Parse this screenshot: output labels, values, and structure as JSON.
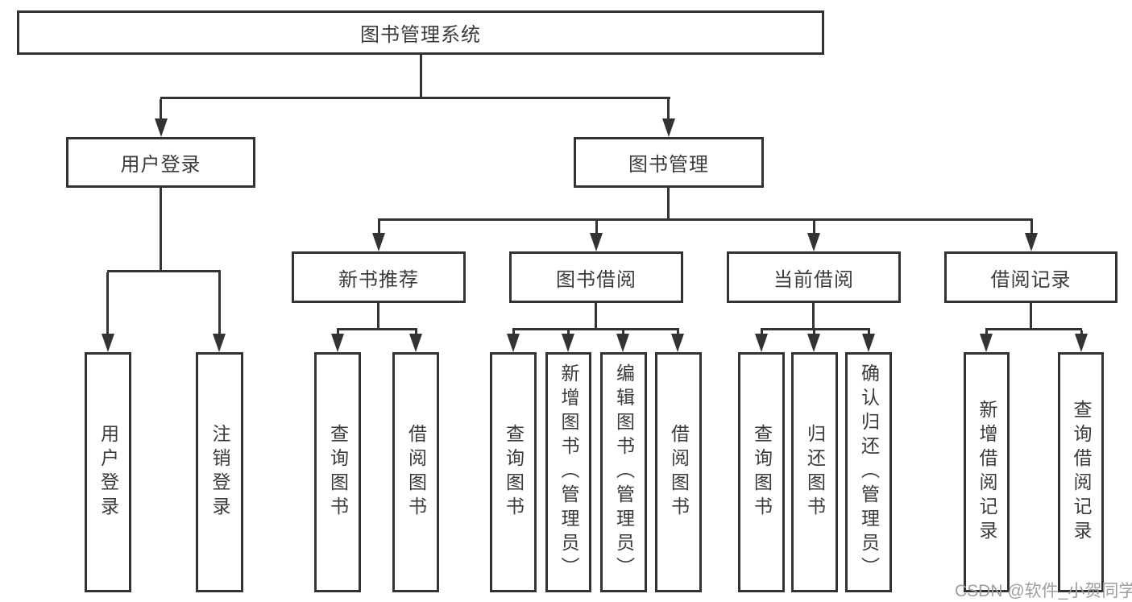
{
  "diagram": {
    "title": "图书管理系统",
    "root": {
      "label": "图书管理系统"
    },
    "level2": [
      {
        "label": "用户登录"
      },
      {
        "label": "图书管理"
      }
    ],
    "level3": [
      {
        "label": "新书推荐"
      },
      {
        "label": "图书借阅"
      },
      {
        "label": "当前借阅"
      },
      {
        "label": "借阅记录"
      }
    ],
    "leaves": {
      "user_login": [
        {
          "label": "用户登录"
        },
        {
          "label": "注销登录"
        }
      ],
      "new_book": [
        {
          "label": "查询图书"
        },
        {
          "label": "借阅图书"
        }
      ],
      "book_borrow": [
        {
          "label": "查询图书"
        },
        {
          "label": "新增图书（管理员）"
        },
        {
          "label": "编辑图书（管理员）"
        },
        {
          "label": "借阅图书"
        }
      ],
      "current_borrow": [
        {
          "label": "查询图书"
        },
        {
          "label": "归还图书"
        },
        {
          "label": "确认归还（管理员）"
        }
      ],
      "borrow_record": [
        {
          "label": "新增借阅记录"
        },
        {
          "label": "查询借阅记录"
        }
      ]
    }
  },
  "watermark": {
    "text": "CSDN @软件_小贺同学"
  },
  "colors": {
    "line": "#333333",
    "text": "#3b3b3b",
    "background": "#ffffff",
    "watermark": "#9e9e9e"
  }
}
